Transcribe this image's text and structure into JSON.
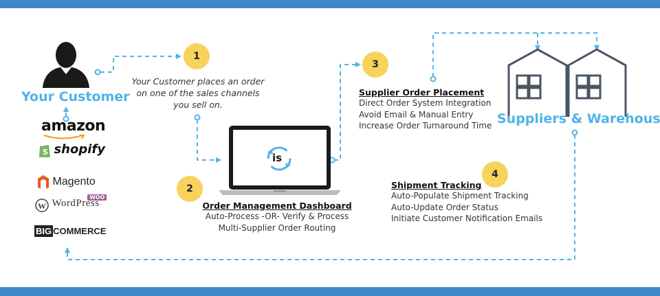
{
  "customer": {
    "label": "Your Customer"
  },
  "sales_channels": {
    "amazon": "amazon",
    "shopify": "shopify",
    "magento": "Magento",
    "wordpress": "WordPress",
    "woo": "WOO",
    "bigcommerce_big": "BIG",
    "bigcommerce_rest": "COMMERCE"
  },
  "steps": [
    {
      "number": "1"
    },
    {
      "number": "2"
    },
    {
      "number": "3"
    },
    {
      "number": "4"
    }
  ],
  "step1_text": [
    "Your Customer places an order",
    "on one of the sales channels",
    "you sell on."
  ],
  "dashboard": {
    "logo_text": "is",
    "title": "Order Management Dashboard",
    "lines": [
      "Auto-Process -OR- Verify & Process",
      "Multi-Supplier Order Routing"
    ]
  },
  "supplier_placement": {
    "title": "Supplier Order Placement",
    "lines": [
      "Direct Order System Integration",
      "Avoid Email & Manual Entry",
      "Increase Order Turnaround Time"
    ]
  },
  "shipment_tracking": {
    "title": "Shipment Tracking",
    "lines": [
      "Auto-Populate Shipment Tracking",
      "Auto-Update Order Status",
      "Initiate Customer Notification Emails"
    ]
  },
  "suppliers": {
    "label": "Suppliers & Warehouses"
  },
  "colors": {
    "accent": "#4fb3e8",
    "bar": "#3f88c9",
    "badge": "#f7d35c"
  }
}
